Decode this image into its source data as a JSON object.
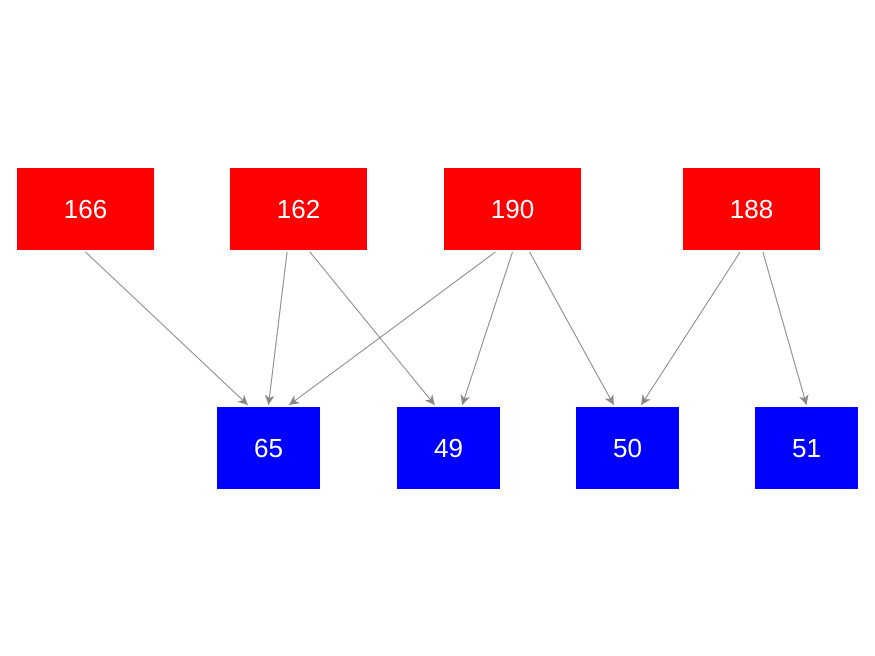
{
  "colors": {
    "top_fill": "#ff0000",
    "bottom_fill": "#0000ff",
    "edge": "#888888",
    "label": "#ffffff"
  },
  "top_nodes": [
    {
      "id": "t166",
      "label": "166"
    },
    {
      "id": "t162",
      "label": "162"
    },
    {
      "id": "t190",
      "label": "190"
    },
    {
      "id": "t188",
      "label": "188"
    }
  ],
  "bottom_nodes": [
    {
      "id": "b65",
      "label": "65"
    },
    {
      "id": "b49",
      "label": "49"
    },
    {
      "id": "b50",
      "label": "50"
    },
    {
      "id": "b51",
      "label": "51"
    }
  ],
  "edges": [
    {
      "from": "t166",
      "to": "b65"
    },
    {
      "from": "t162",
      "to": "b65"
    },
    {
      "from": "t162",
      "to": "b49"
    },
    {
      "from": "t190",
      "to": "b65"
    },
    {
      "from": "t190",
      "to": "b49"
    },
    {
      "from": "t190",
      "to": "b50"
    },
    {
      "from": "t188",
      "to": "b50"
    },
    {
      "from": "t188",
      "to": "b51"
    }
  ]
}
